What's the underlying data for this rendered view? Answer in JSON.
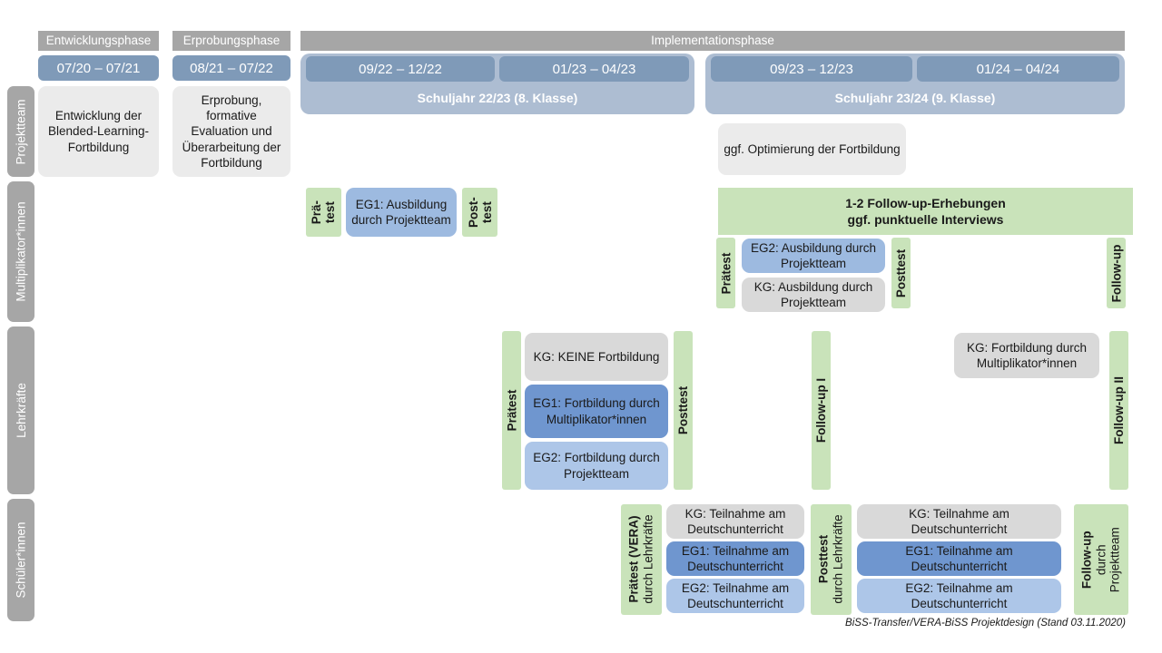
{
  "header": {
    "phases": [
      {
        "label": "Entwicklungsphase"
      },
      {
        "label": "Erprobungsphase"
      },
      {
        "label": "Implementationsphase"
      }
    ],
    "dates": [
      {
        "label": "07/20 – 07/21"
      },
      {
        "label": "08/21 – 07/22"
      },
      {
        "label": "09/22 – 12/22"
      },
      {
        "label": "01/23 – 04/23"
      },
      {
        "label": "09/23 – 12/23"
      },
      {
        "label": "01/24 – 04/24"
      }
    ],
    "schuljahre": [
      {
        "label": "Schuljahr 22/23 (8. Klasse)"
      },
      {
        "label": "Schuljahr 23/24 (9. Klasse)"
      }
    ]
  },
  "rows": {
    "projektteam": {
      "label": "Projektteam",
      "cards": [
        {
          "text": "Entwicklung der Blended-Learning-Fortbildung"
        },
        {
          "text": "Erprobung, formative Evaluation und Überarbeitung der Fortbildung"
        },
        {
          "text": "ggf. Optimierung der Fortbildung"
        }
      ]
    },
    "multiplikatoren": {
      "label": "Multiplikator*innen",
      "pretest_a": {
        "line1": "Prä-",
        "line2": "test"
      },
      "posttest_a": {
        "line1": "Post-",
        "line2": "test"
      },
      "card_eg1": {
        "text": "EG1: Ausbildung durch Projektteam"
      },
      "banner": {
        "line1": "1-2 Follow-up-Erhebungen",
        "line2": "ggf. punktuelle Interviews"
      },
      "pretest_b": {
        "label": "Prätest"
      },
      "posttest_b": {
        "label": "Posttest"
      },
      "followup": {
        "label": "Follow-up"
      },
      "card_eg2": {
        "text": "EG2: Ausbildung durch Projektteam"
      },
      "card_kg": {
        "text": "KG: Ausbildung durch Projektteam"
      }
    },
    "lehrkraefte": {
      "label": "Lehrkräfte",
      "pretest": {
        "label": "Prätest"
      },
      "posttest": {
        "label": "Posttest"
      },
      "followup1": {
        "label": "Follow-up I"
      },
      "followup2": {
        "label": "Follow-up II"
      },
      "card_kg": {
        "text": "KG:  KEINE Fortbildung"
      },
      "card_eg1": {
        "text": "EG1: Fortbildung durch Multiplikator*innen"
      },
      "card_eg2": {
        "text": "EG2: Fortbildung durch Projektteam"
      },
      "card_kg_late": {
        "text": "KG: Fortbildung durch Multiplikator*innen"
      }
    },
    "schueler": {
      "label": "Schüler*innen",
      "pretest": {
        "main": "Prätest (VERA)",
        "sub": "durch Lehrkräfte"
      },
      "posttest": {
        "main": "Posttest",
        "sub": "durch Lehrkräfte"
      },
      "followup": {
        "main": "Follow-up",
        "sub1": "durch",
        "sub2": "Projektteam"
      },
      "cards_left": [
        {
          "text": "KG: Teilnahme am Deutschunterricht"
        },
        {
          "text": "EG1: Teilnahme am Deutschunterricht"
        },
        {
          "text": "EG2: Teilnahme am Deutschunterricht"
        }
      ],
      "cards_right": [
        {
          "text": "KG: Teilnahme am Deutschunterricht"
        },
        {
          "text": "EG1: Teilnahme am Deutschunterricht"
        },
        {
          "text": "EG2: Teilnahme am Deutschunterricht"
        }
      ]
    }
  },
  "footnote": {
    "text": "BiSS-Transfer/VERA-BiSS Projektdesign (Stand 03.11.2020)"
  },
  "colors": {
    "grey_header": "#a6a6a6",
    "date_blue": "#7f9ab8",
    "schuljahr_blue": "#adbdd2",
    "green": "#c9e3ba",
    "blue_dark": "#6f96cf",
    "blue_mid": "#9dbae0",
    "blue_light": "#adc6e8",
    "grey_card": "#ebebeb",
    "grey_card_dark": "#d9d9d9"
  }
}
